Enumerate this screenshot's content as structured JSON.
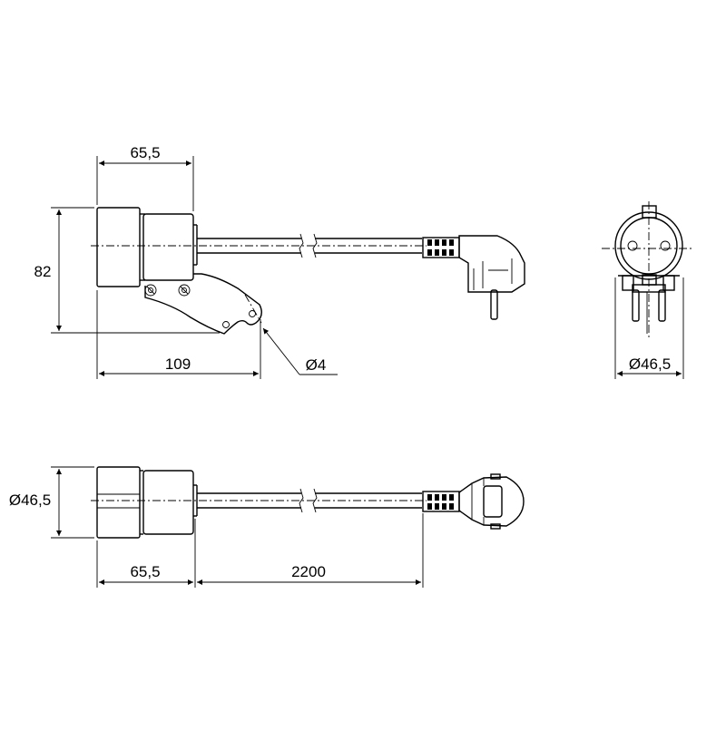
{
  "dimensions": {
    "top_length": "65,5",
    "height": "82",
    "overall_length": "109",
    "hole_diameter": "Ø4",
    "side_diameter": "Ø46,5",
    "bottom_diameter": "Ø46,5",
    "bottom_length": "65,5",
    "cable_length": "2200"
  }
}
